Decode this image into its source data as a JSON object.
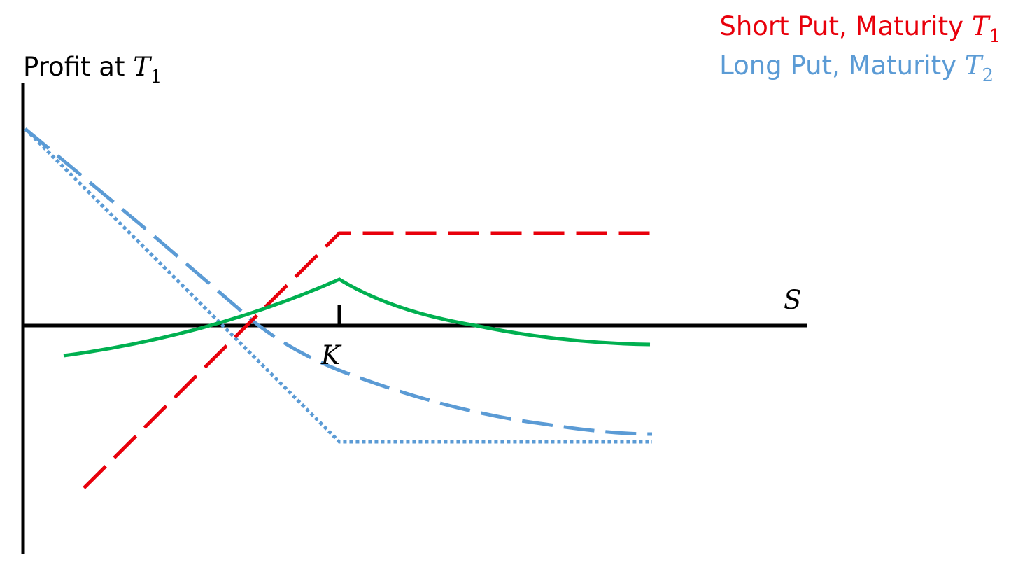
{
  "y_axis_label": {
    "text": "Profit at ",
    "math_symbol": "T",
    "math_subscript": "1"
  },
  "x_axis_label": "S",
  "strike_label": "K",
  "legend": [
    {
      "text": "Short Put, Maturity ",
      "math_symbol": "T",
      "math_subscript": "1",
      "color": "#e8000b"
    },
    {
      "text": "Long Put, Maturity ",
      "math_symbol": "T",
      "math_subscript": "2",
      "color": "#5b9bd5"
    }
  ],
  "colors": {
    "axis": "#000000",
    "short_put": "#e8000b",
    "long_put": "#5b9bd5",
    "combined": "#00b050"
  }
}
